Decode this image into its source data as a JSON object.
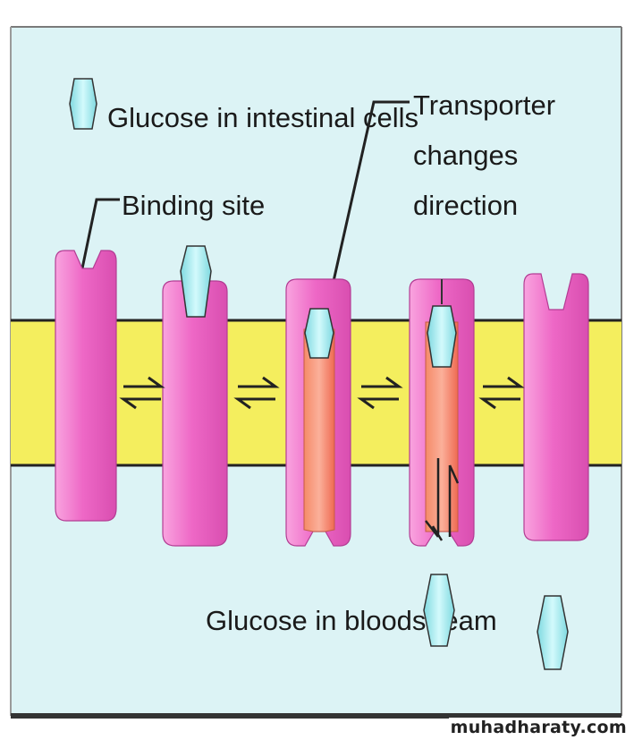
{
  "labels": {
    "glucose_intestinal": "Glucose in intestinal cells",
    "binding_site": "Binding site",
    "transporter_line1": "Transporter",
    "transporter_line2": "changes",
    "transporter_line3": "direction",
    "glucose_bloodstream": "Glucose in bloodstream"
  },
  "watermark": "muhadharaty.com",
  "colors": {
    "background": "#dcf3f5",
    "membrane": "#f4ee5e",
    "transporter": "#ee6ec8",
    "channel": "#f47e5e",
    "glucose": "#a8eef2"
  },
  "icons": {
    "glucose": "hexagon-glucose-icon",
    "equilibrium": "equilibrium-arrows-icon"
  }
}
